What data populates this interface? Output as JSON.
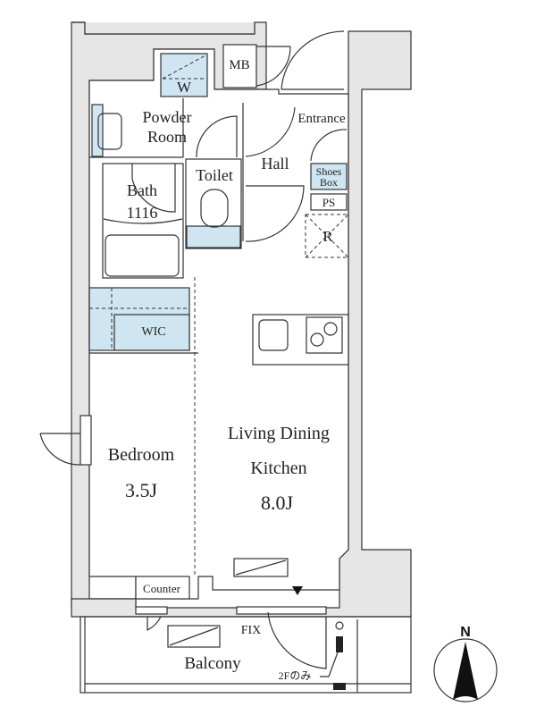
{
  "rooms": {
    "w": "W",
    "mb": "MB",
    "powder_room_1": "Powder",
    "powder_room_2": "Room",
    "entrance": "Entrance",
    "hall": "Hall",
    "toilet": "Toilet",
    "bath_1": "Bath",
    "bath_2": "1116",
    "shoes_box_1": "Shoes",
    "shoes_box_2": "Box",
    "ps": "PS",
    "r": "R",
    "wic": "WIC",
    "bedroom": "Bedroom",
    "bedroom_size": "3.5J",
    "ldk_1": "Living Dining",
    "ldk_2": "Kitchen",
    "ldk_size": "8.0J",
    "counter": "Counter",
    "fix": "FIX",
    "balcony": "Balcony",
    "note_2f": "2Fのみ"
  },
  "compass": {
    "north": "N"
  },
  "colors": {
    "wall": "#e6e6e6",
    "fixture_blue": "#cfe6f2",
    "line": "#333333"
  }
}
